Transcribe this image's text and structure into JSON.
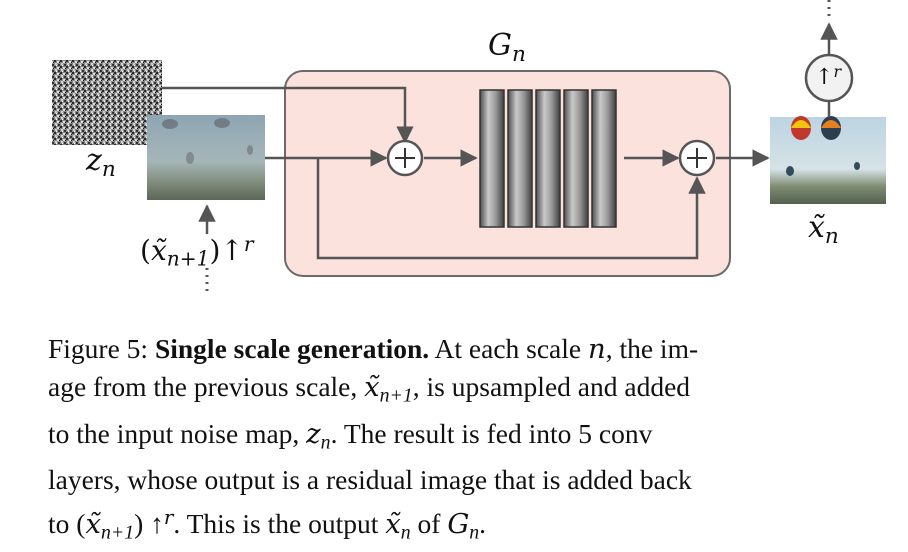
{
  "diagram": {
    "generator_label": "G",
    "generator_sub": "n",
    "noise_label": "z",
    "noise_sub": "n",
    "prev_label_open": "(",
    "prev_label_var": "x̃",
    "prev_label_sub": "n+1",
    "prev_label_close": ")↑",
    "prev_label_sup": "r",
    "output_label": "x̃",
    "output_sub": "n",
    "upsample_symbol": "↑",
    "upsample_sup": "r",
    "plus_symbol": "+",
    "conv_layer_count": 5,
    "box_fill": "#fbe2dc",
    "box_stroke": "#6a6a6a"
  },
  "caption": {
    "fig_prefix": "Figure 5: ",
    "bold_title": "Single scale generation.",
    "line1_rest": " At each scale ",
    "line1_n": "n",
    "line1_end": ", the im-",
    "line2_a": "age from the previous scale, ",
    "line2_var": "x̃",
    "line2_sub": "n+1",
    "line2_end": ", is upsampled and added",
    "line3_a": "to the input noise map, ",
    "line3_var": "z",
    "line3_sub": "n",
    "line3_b": ".  The result is fed into ",
    "line3_num": "5",
    "line3_end": " conv",
    "line4": "layers, whose output is a residual image that is added back",
    "line5_a": "to (",
    "line5_var": "x̃",
    "line5_sub": "n+1",
    "line5_b": ") ↑",
    "line5_sup": "r",
    "line5_c": ". This is the output ",
    "line5_var2": "x̃",
    "line5_sub2": "n",
    "line5_d": " of ",
    "line5_var3": "G",
    "line5_sub3": "n",
    "line5_end": "."
  }
}
